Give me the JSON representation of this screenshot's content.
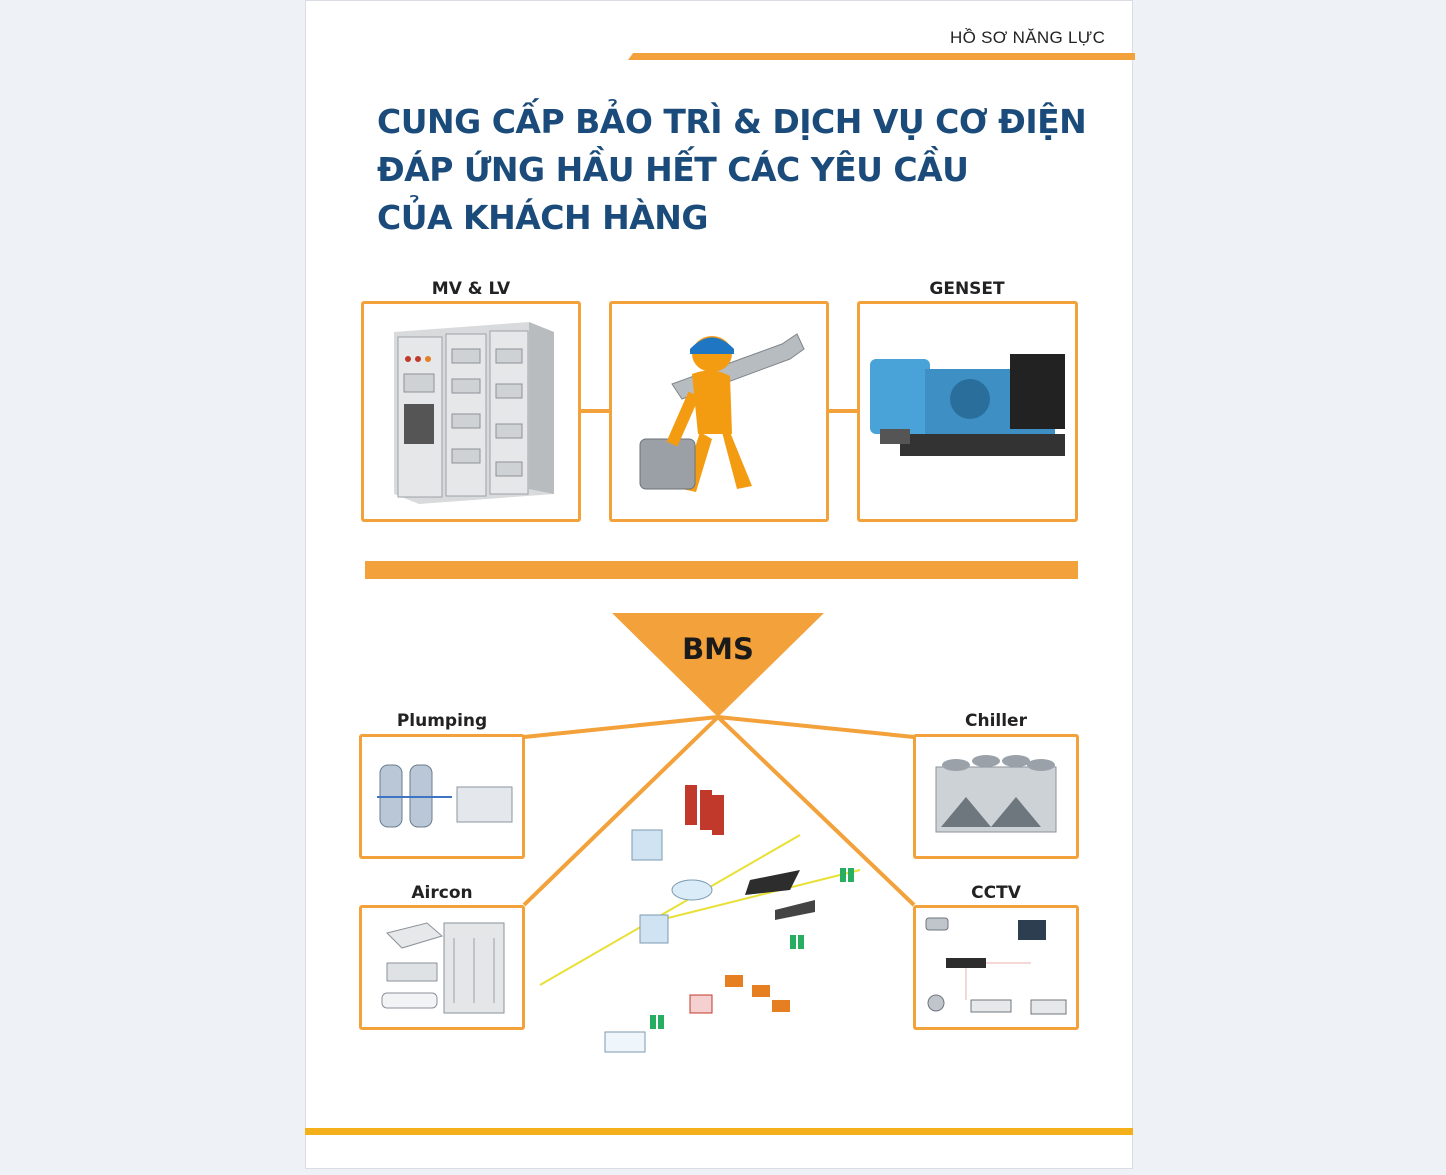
{
  "header": {
    "title": "HỒ SƠ NĂNG LỰC"
  },
  "headline": {
    "line1": "CUNG CẤP BẢO TRÌ & DỊCH VỤ CƠ ĐIỆN",
    "line2": "ĐÁP ỨNG HẦU HẾT CÁC YÊU CẦU",
    "line3": "CỦA KHÁCH HÀNG"
  },
  "top_services": {
    "left_label": "MV & LV",
    "right_label": "GENSET"
  },
  "bms": {
    "center_label": "BMS",
    "nodes": {
      "plumping": "Plumping",
      "chiller": "Chiller",
      "aircon": "Aircon",
      "cctv": "CCTV"
    }
  },
  "colors": {
    "accent": "#f3a13a",
    "title": "#1b4b7a",
    "footer": "#f3b01a"
  }
}
